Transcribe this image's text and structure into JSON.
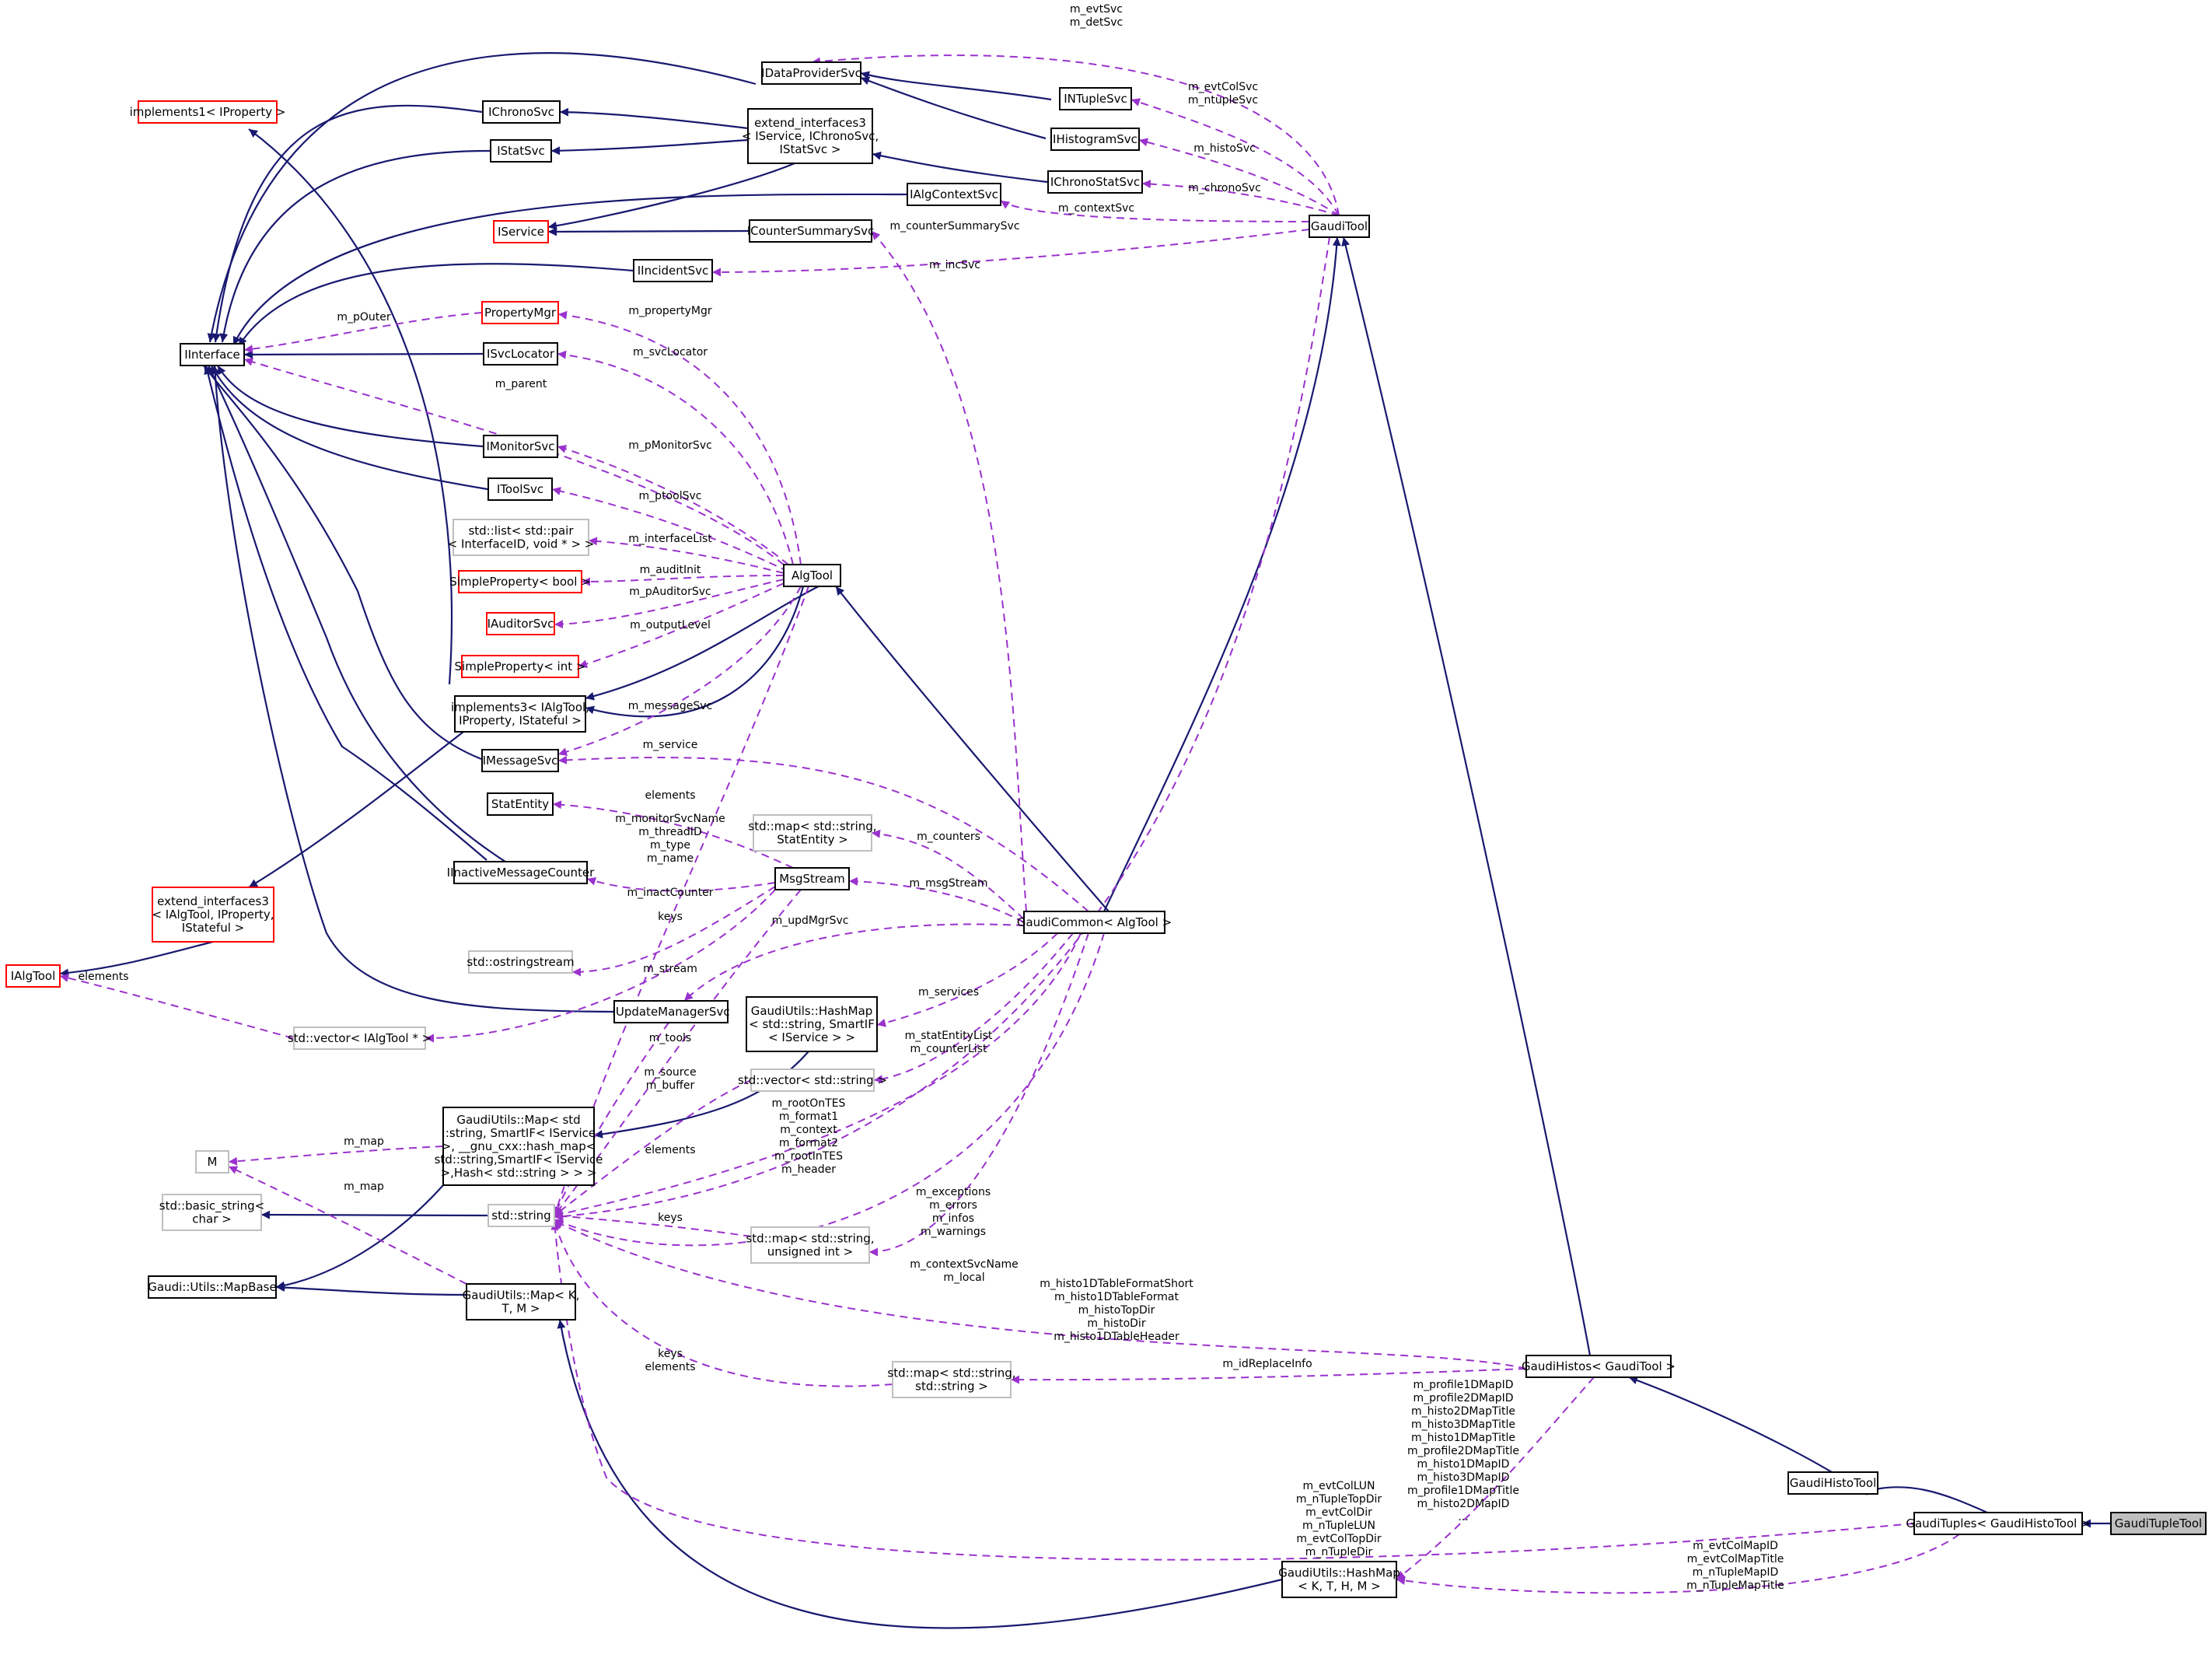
{
  "colors": {
    "inheritance_edge": "#191970",
    "usage_edge": "#9a32cd",
    "documented_border": "#000000",
    "undocumented_border": "#ff0000",
    "external_border": "#bfbfbf",
    "current_fill": "#bfbfbf"
  },
  "nodes": {
    "idataprovidersvc": [
      "IDataProviderSvc"
    ],
    "implements1": [
      "implements1< IProperty >"
    ],
    "ichronosvc": [
      "IChronoSvc"
    ],
    "extend3a": [
      "extend_interfaces3",
      "< IService, IChronoSvc,",
      "IStatSvc >"
    ],
    "intuplesvc": [
      "INTupleSvc"
    ],
    "istatsvc": [
      "IStatSvc"
    ],
    "ihistogramsvc": [
      "IHistogramSvc"
    ],
    "ichronostatsvc": [
      "IChronoStatSvc"
    ],
    "ialgcontextsvc": [
      "IAlgContextSvc"
    ],
    "iservice": [
      "IService"
    ],
    "icountersummarysvc": [
      "ICounterSummarySvc"
    ],
    "gauditool": [
      "GaudiTool"
    ],
    "iincidentsvc": [
      "IIncidentSvc"
    ],
    "propertymgr": [
      "PropertyMgr"
    ],
    "iinterface": [
      "IInterface"
    ],
    "isvclocator": [
      "ISvcLocator"
    ],
    "imonitorsvc": [
      "IMonitorSvc"
    ],
    "itoolsvc": [
      "IToolSvc"
    ],
    "stdlistpair": [
      "std::list< std::pair",
      "< InterfaceID, void * > >"
    ],
    "simplepropbool": [
      "SimpleProperty< bool >"
    ],
    "algtool": [
      "AlgTool"
    ],
    "iauditorsvc": [
      "IAuditorSvc"
    ],
    "simplepropint": [
      "SimpleProperty< int >"
    ],
    "implements3": [
      "implements3< IAlgTool,",
      "IProperty, IStateful >"
    ],
    "imessagesvc": [
      "IMessageSvc"
    ],
    "statentity": [
      "StatEntity"
    ],
    "stdmapstatentity": [
      "std::map< std::string,",
      "StatEntity >"
    ],
    "iinactivemessagecounter": [
      "IInactiveMessageCounter"
    ],
    "msgstream": [
      "MsgStream"
    ],
    "extend3b": [
      "extend_interfaces3",
      "< IAlgTool, IProperty,",
      "IStateful >"
    ],
    "gaudicommon": [
      "GaudiCommon< AlgTool >"
    ],
    "ostringstream": [
      "std::ostringstream"
    ],
    "ialgtool": [
      "IAlgTool"
    ],
    "iupdatemanagersvc": [
      "IUpdateManagerSvc"
    ],
    "hashmapsmartif": [
      "GaudiUtils::HashMap",
      "< std::string, SmartIF",
      "< IService > >"
    ],
    "vectorialgtool": [
      "std::vector< IAlgTool * >"
    ],
    "vectorstring": [
      "std::vector< std::string >"
    ],
    "gaudiutilsmap": [
      "GaudiUtils::Map< std",
      "::string, SmartIF< IService",
      ">, __gnu_cxx::hash_map<",
      "std::string,SmartIF< IService",
      ">,Hash< std::string > > >"
    ],
    "m": [
      "M"
    ],
    "basicstring": [
      "std::basic_string<",
      "char >"
    ],
    "stdstring": [
      "std::string"
    ],
    "stdmapuint": [
      "std::map< std::string,",
      "unsigned int >"
    ],
    "mapbase": [
      "Gaudi::Utils::MapBase"
    ],
    "mapktm": [
      "GaudiUtils::Map< K,",
      "T, M >"
    ],
    "gaudihistos": [
      "GaudiHistos< GaudiTool >"
    ],
    "stdmapstring": [
      "std::map< std::string,",
      "std::string >"
    ],
    "gaudihistotool": [
      "GaudiHistoTool"
    ],
    "gauditupletool": [
      "GaudiTupleTool"
    ],
    "gaudituples": [
      "GaudiTuples< GaudiHistoTool >"
    ],
    "hashmapkthm": [
      "GaudiUtils::HashMap",
      "< K, T, H, M >"
    ]
  },
  "edge_labels": {
    "evtsvc_detsvc": [
      "m_evtSvc",
      "m_detSvc"
    ],
    "evtcolsvc_ntuplesvc": [
      "m_evtColSvc",
      "m_ntupleSvc"
    ],
    "histosvc": [
      "m_histoSvc"
    ],
    "chronosvc": [
      "m_chronoSvc"
    ],
    "contextsvc": [
      "m_contextSvc"
    ],
    "countersummarysvc": [
      "m_counterSummarySvc"
    ],
    "incsvc": [
      "m_incSvc"
    ],
    "pouter": [
      "m_pOuter"
    ],
    "propertymgr": [
      "m_propertyMgr"
    ],
    "svclocator": [
      "m_svcLocator"
    ],
    "parent": [
      "m_parent"
    ],
    "pmonitorsvc": [
      "m_pMonitorSvc"
    ],
    "ptoolsvc": [
      "m_ptoolSvc"
    ],
    "interfacelist": [
      "m_interfaceList"
    ],
    "auditinit": [
      "m_auditInit"
    ],
    "pauditorsvc": [
      "m_pAuditorSvc"
    ],
    "outputlevel": [
      "m_outputLevel"
    ],
    "messagesvc": [
      "m_messageSvc"
    ],
    "service": [
      "m_service"
    ],
    "elements_statentity": [
      "elements"
    ],
    "monitorsvcname": [
      "m_monitorSvcName",
      "m_threadID",
      "m_type",
      "m_name"
    ],
    "counters": [
      "m_counters"
    ],
    "msgstream": [
      "m_msgStream"
    ],
    "inactcounter": [
      "m_inactCounter"
    ],
    "keys_msg": [
      "keys"
    ],
    "updmgrsvc": [
      "m_updMgrSvc"
    ],
    "stream": [
      "m_stream"
    ],
    "elements_ialgtool": [
      "elements"
    ],
    "services": [
      "m_services"
    ],
    "tools": [
      "m_tools"
    ],
    "statentitylist": [
      "m_statEntityList",
      "m_counterList"
    ],
    "source_buffer": [
      "m_source",
      "m_buffer"
    ],
    "map1": [
      "m_map"
    ],
    "map2": [
      "m_map"
    ],
    "rootontes": [
      "m_rootOnTES",
      "m_format1",
      "m_context",
      "m_format2",
      "m_rootInTES",
      "m_header"
    ],
    "elements_vector": [
      "elements"
    ],
    "keys_uint": [
      "keys"
    ],
    "exceptions": [
      "m_exceptions",
      "m_errors",
      "m_infos",
      "m_warnings"
    ],
    "contextsvcname": [
      "m_contextSvcName",
      "m_local"
    ],
    "histo1dtableformat": [
      "m_histo1DTableFormatShort",
      "m_histo1DTableFormat",
      "m_histoTopDir",
      "m_histoDir",
      "m_histo1DTableHeader"
    ],
    "idreplaceinfo": [
      "m_idReplaceInfo"
    ],
    "keys_elements": [
      "keys",
      "elements"
    ],
    "profile1dmapid": [
      "m_profile1DMapID",
      "m_profile2DMapID",
      "m_histo2DMapTitle",
      "m_histo3DMapTitle",
      "m_histo1DMapTitle",
      "m_profile2DMapTitle",
      "m_histo1DMapID",
      "m_histo3DMapID",
      "m_profile1DMapTitle",
      "m_histo2DMapID",
      "..."
    ],
    "evtcollun": [
      "m_evtColLUN",
      "m_nTupleTopDir",
      "m_evtColDir",
      "m_nTupleLUN",
      "m_evtColTopDir",
      "m_nTupleDir"
    ],
    "evtcolmapid": [
      "m_evtColMapID",
      "m_evtColMapTitle",
      "m_nTupleMapID",
      "m_nTupleMapTitle"
    ]
  }
}
